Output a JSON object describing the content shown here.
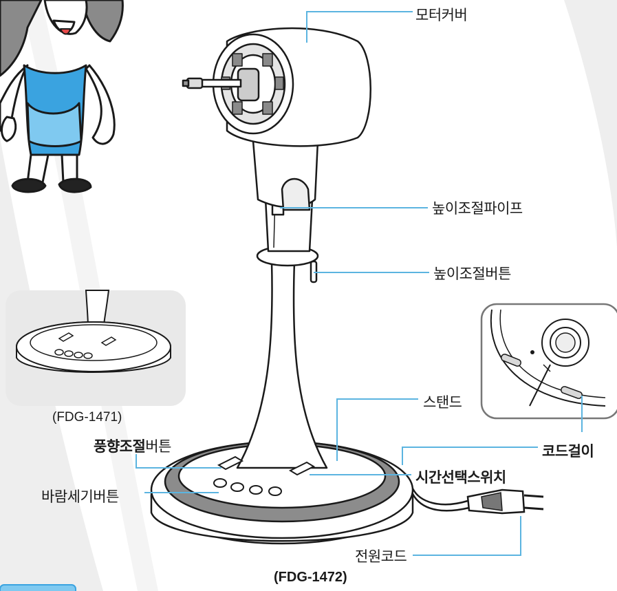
{
  "labels": {
    "motor_cover": "모터커버",
    "height_pipe": "높이조절파이프",
    "height_button": "높이조절버튼",
    "stand": "스탠드",
    "cord_hook": "코드걸이",
    "timer_switch": "시간선택스위치",
    "power_cord": "전원코드",
    "swing_button_bold": "풍향조절",
    "swing_button_rest": "버튼",
    "speed_button": "바람세기버튼"
  },
  "captions": {
    "small_model": "(FDG-1471)",
    "main_model": "(FDG-1472)"
  },
  "colors": {
    "leader_line": "#5bb4e0",
    "panel_bg": "#e9e9e9",
    "ring_dark": "#8c8c8c",
    "apron": "#3aa3e0",
    "outline": "#1a1a1a"
  }
}
